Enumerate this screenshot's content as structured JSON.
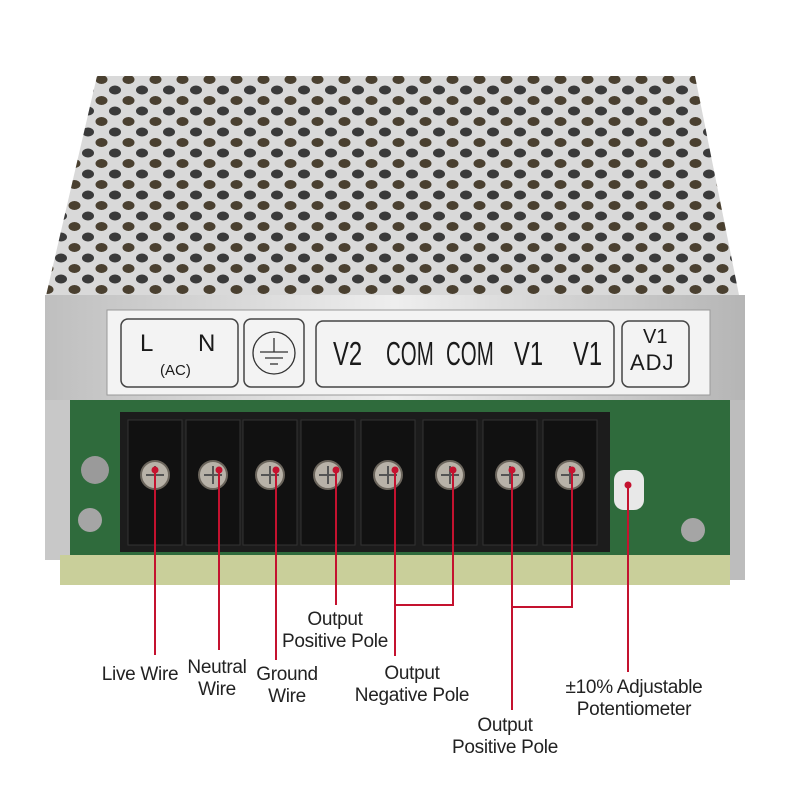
{
  "plate": {
    "ac_box": {
      "L": "L",
      "N": "N",
      "sub": "(AC)"
    },
    "ground_symbol": "earth-ground-icon",
    "outputs": [
      "V2",
      "COM",
      "COM",
      "V1",
      "V1"
    ],
    "adj_box": {
      "line1": "V1",
      "line2": "ADJ"
    }
  },
  "callouts": [
    {
      "id": "live",
      "lines": [
        "Live Wire"
      ]
    },
    {
      "id": "neutral",
      "lines": [
        "Neutral",
        "Wire"
      ]
    },
    {
      "id": "ground",
      "lines": [
        "Ground",
        "Wire"
      ]
    },
    {
      "id": "pos1",
      "lines": [
        "Output",
        "Positive Pole"
      ]
    },
    {
      "id": "neg",
      "lines": [
        "Output",
        "Negative Pole"
      ]
    },
    {
      "id": "pos2",
      "lines": [
        "Output",
        "Positive Pole"
      ]
    },
    {
      "id": "pot",
      "lines": [
        "±10% Adjustable",
        "Potentiometer"
      ]
    }
  ],
  "colors": {
    "callout_line": "#c4122f",
    "terminal_block": "#1c1c1c",
    "pcb": "#2f6b3c"
  }
}
